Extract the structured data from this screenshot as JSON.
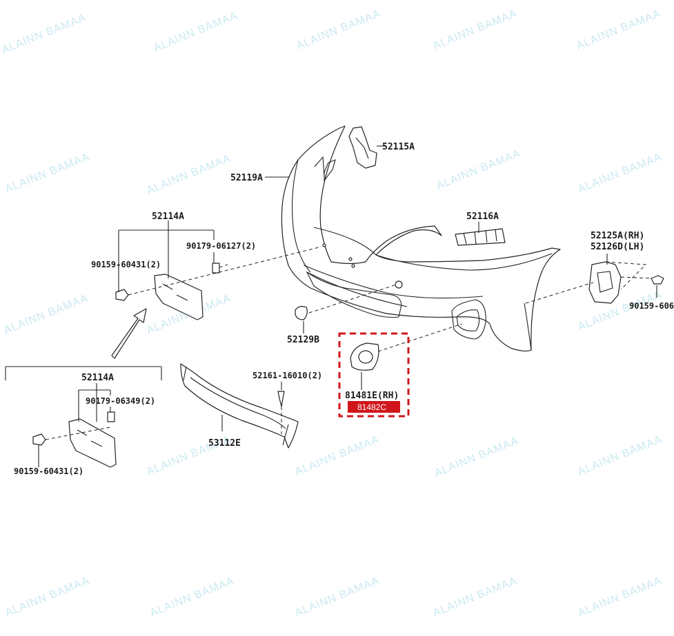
{
  "watermark": "ALAINN BAMAA",
  "parts": {
    "p52115A": "52115A",
    "p52119A": "52119A",
    "p52116A": "52116A",
    "p52114A_top": "52114A",
    "p90179_06127": "90179-06127(2)",
    "p90159_60431_top": "90159-60431(2)",
    "p52125A": "52125A(RH)",
    "p52126D": "52126D(LH)",
    "p90159_606": "90159-606",
    "p52129B": "52129B",
    "p52114A_bottom": "52114A",
    "p90179_06349": "90179-06349(2)",
    "p90159_60431_bottom": "90159-60431(2)",
    "p52161_16010": "52161-16010(2)",
    "p53112E": "53112E",
    "p81481E": "81481E(RH)",
    "p81482C": "81482C"
  },
  "colors": {
    "highlight": "#d0151b",
    "badge_text": "#ffffff",
    "line": "#222222"
  }
}
